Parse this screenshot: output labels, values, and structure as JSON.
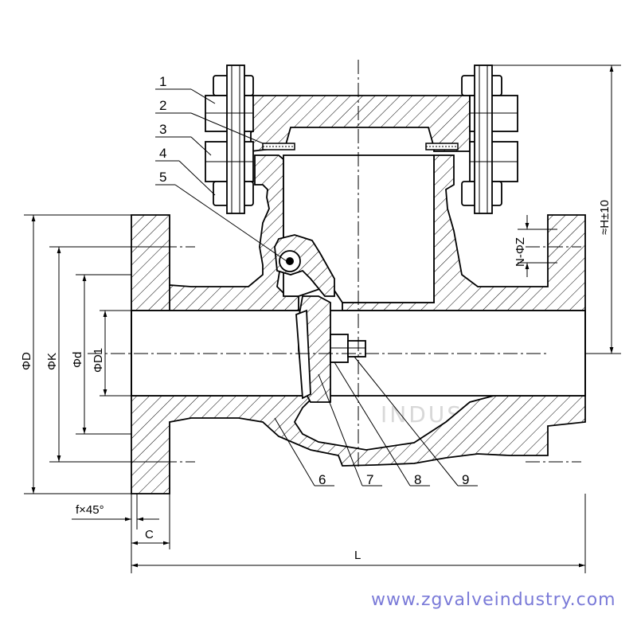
{
  "colors": {
    "line": "#000000",
    "watermark": "#6f6fd8",
    "watermark_faint": "#d8d8d8"
  },
  "part_numbers": [
    "1",
    "2",
    "3",
    "4",
    "5",
    "6",
    "7",
    "8",
    "9"
  ],
  "dimensions": {
    "phi_D": "ΦD",
    "phi_K": "ΦK",
    "phi_d": "Φd",
    "phi_D1": "ΦD1",
    "height": "≈H±10",
    "bolt_holes": "N-ΦZ",
    "chamfer": "f×45°",
    "flange_thickness": "C",
    "length": "L"
  },
  "watermark": {
    "url": "www.zgvalveindustry.com",
    "faint": "INDUSTRY"
  }
}
